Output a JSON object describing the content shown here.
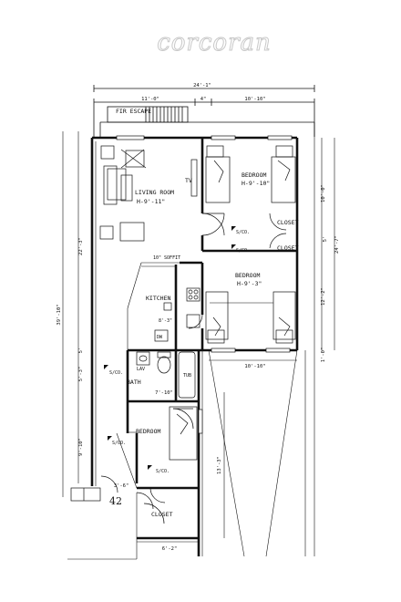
{
  "watermark": "corcoran",
  "building_number": "42",
  "rooms": {
    "living_room": {
      "name": "LIVING ROOM",
      "size": "H-9'-11\""
    },
    "bedroom_1": {
      "name": "BEDROOM",
      "size": "H-9'-10\""
    },
    "bedroom_2": {
      "name": "BEDROOM",
      "size": "H-9'-3\""
    },
    "bedroom_3": {
      "name": "BEDROOM"
    },
    "kitchen": {
      "name": "KITCHEN",
      "size": "8'-3\""
    },
    "bath": {
      "name": "BATH"
    },
    "closet_1": {
      "name": "CLOSET"
    },
    "closet_2": {
      "name": "CLOSET"
    },
    "closet_3": {
      "name": "CLOSET"
    }
  },
  "labels": {
    "fire_escape": "FIR ESCAPE",
    "tv": "TV",
    "soffit": "10\" SOFFIT",
    "dw": "DW",
    "lav": "LAV",
    "tub": "TUB",
    "sd_co": "S/CO."
  },
  "dimensions": {
    "overall_width": "24'-1\"",
    "top_left": "11'-0\"",
    "top_mid": "4\"",
    "top_right": "10'-10\"",
    "right_upper": "10'-0\"",
    "right_mid": "12'-2\"",
    "right_small": "5'",
    "right_total": "24'-7\"",
    "right_low": "1'-0\"",
    "bed2_width": "10'-10\"",
    "left_total": "39'-10\"",
    "left_upper": "22'-3\"",
    "left_a": "5'",
    "left_b": "5'-3\"",
    "left_c": "9'-10\"",
    "bath_width": "7'-10\"",
    "door_width": "3'-6\"",
    "bed3_depth": "13'-3\"",
    "closet3_width": "6'-2\""
  }
}
